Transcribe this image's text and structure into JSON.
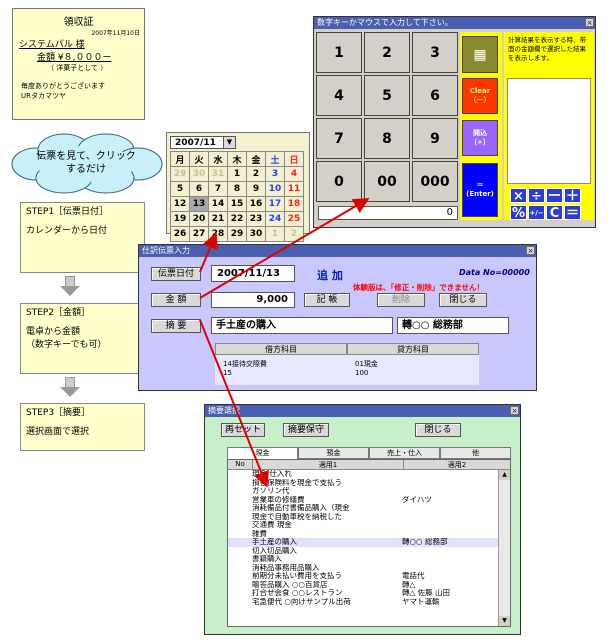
{
  "receipt": {
    "title": "領収証",
    "date": "2007年11月10日",
    "company": "システムパル 様",
    "amount": "金額 ¥８,０００ー",
    "note": "（ 洋菓子として ）",
    "thanks": "毎度ありがとうございます",
    "issuer": "URタカマツヤ"
  },
  "cloud": {
    "text": "伝票を見て、クリック\nするだけ"
  },
  "steps": [
    {
      "title": "STEP1［伝票日付］",
      "body": "カレンダーから日付"
    },
    {
      "title": "STEP2［金額］",
      "body": "電卓から金額\n（数字キーでも可）"
    },
    {
      "title": "STEP3［摘要］",
      "body": "選択画面で選択"
    }
  ],
  "calendar": {
    "month": "2007/11",
    "weekdays": [
      "月",
      "火",
      "水",
      "木",
      "金",
      "土",
      "日"
    ],
    "weeks": [
      [
        "29",
        "30",
        "31",
        "1",
        "2",
        "3",
        "4"
      ],
      [
        "5",
        "6",
        "7",
        "8",
        "9",
        "10",
        "11"
      ],
      [
        "12",
        "13",
        "14",
        "15",
        "16",
        "17",
        "18"
      ],
      [
        "19",
        "20",
        "21",
        "22",
        "23",
        "24",
        "25"
      ],
      [
        "26",
        "27",
        "28",
        "29",
        "30",
        "1",
        "2"
      ]
    ],
    "selected": "13",
    "colors": {
      "sat": "#2040ff",
      "sun": "#ff2020",
      "faded": "#c8c0a0",
      "selected_bg": "#aaaaaa"
    }
  },
  "calculator": {
    "title": "数字キーかマウスで入力して下さい。",
    "keys": [
      [
        "1",
        "2",
        "3"
      ],
      [
        "4",
        "5",
        "6"
      ],
      [
        "7",
        "8",
        "9"
      ],
      [
        "0",
        "00",
        "000"
      ]
    ],
    "side": {
      "clear": "Clear\n（－）",
      "plus": "開込\n（+）",
      "enter": "＝\n(Enter)"
    },
    "display": "0",
    "hint": "計算結果を表示する時、帯面の金額欄で選択した結果を表示します。",
    "ops_row1": [
      "×",
      "÷",
      "ー",
      "＋"
    ],
    "ops_row2": [
      "%",
      "+/−",
      "C",
      "＝"
    ],
    "colors": {
      "side_bg": "#ffff00",
      "clear": "#ff3300",
      "plus": "#9966ff",
      "enter": "#0000ff"
    }
  },
  "entry": {
    "title": "仕訳伝票入力",
    "date_btn": "伝票日付",
    "date": "2007/11/13",
    "mode": "追 加",
    "data_no": "Data No=00000",
    "warning": "体験版は、「修正・削除」できません！",
    "amount_btn": "金 額",
    "amount": "9,000",
    "memo_btn": "記 帳",
    "del_btn": "削除",
    "close_btn": "閉じる",
    "desc_btn": "摘 要",
    "desc": "手土産の購入",
    "desc2": "轉○○ 総務部",
    "debit_hdr": "借方科目",
    "credit_hdr": "貸方科目",
    "debit_code": "14接待交際費",
    "debit_sub": "15",
    "credit_code": "01現金",
    "credit_sub": "100"
  },
  "select": {
    "title": "摘要選択",
    "reset": "再セット",
    "save": "摘要保守",
    "close": "閉じる",
    "tabs": [
      "現金",
      "預金",
      "売上・仕入",
      "他"
    ],
    "col_no": "No",
    "col1": "適用1",
    "col2": "適用2",
    "rows": [
      [
        "現金  仕入れ",
        ""
      ],
      [
        "損害保険料を現金で支払う",
        ""
      ],
      [
        "ガソリン代",
        ""
      ],
      [
        "営業車の修繕費",
        "ダイハツ"
      ],
      [
        "消耗備品付書備品購入（現金",
        ""
      ],
      [
        "現金で自動車税を納税した",
        ""
      ],
      [
        "交通費  現金",
        ""
      ],
      [
        "雑費",
        ""
      ],
      [
        "手土産の購入",
        "轉○○  総務部"
      ],
      [
        "切入切品購入",
        ""
      ],
      [
        "書籍購入",
        ""
      ],
      [
        "消耗品事務用品購入",
        ""
      ],
      [
        "前期分未払い費用を支払う",
        "電話代"
      ],
      [
        "贈答品購入  ○○百貨店",
        "轉△"
      ],
      [
        "打合せ会食  ○○レストラン",
        "轉△  佐藤  山田"
      ],
      [
        "宅急便代  ○向けサンプル出荷",
        "ヤマト運輸"
      ]
    ]
  }
}
